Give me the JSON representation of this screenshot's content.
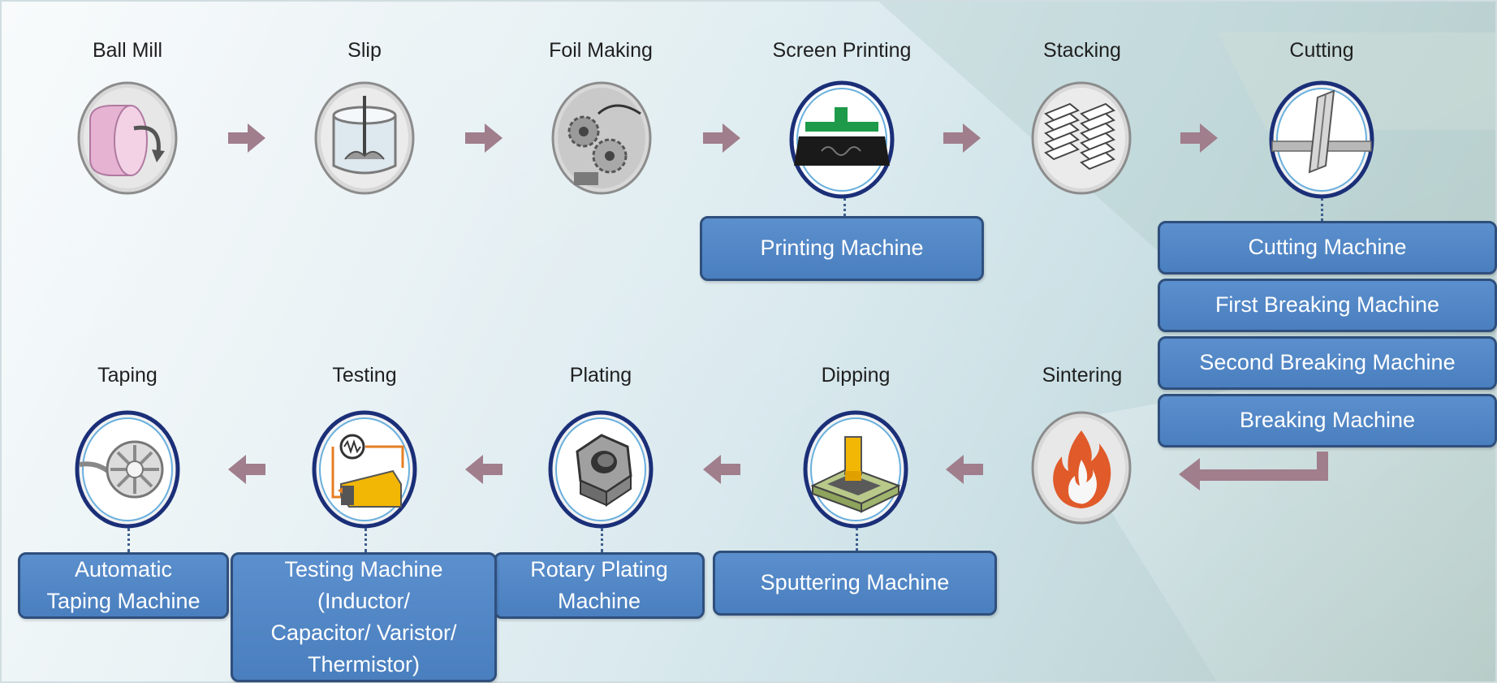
{
  "steps": [
    {
      "label": "Ball Mill",
      "icon": "ball-mill-icon"
    },
    {
      "label": "Slip",
      "icon": "slip-mixer-icon"
    },
    {
      "label": "Foil Making",
      "icon": "foil-making-icon"
    },
    {
      "label": "Screen Printing",
      "icon": "screen-printing-icon"
    },
    {
      "label": "Stacking",
      "icon": "stacking-icon"
    },
    {
      "label": "Cutting",
      "icon": "cutting-icon"
    },
    {
      "label": "Taping",
      "icon": "taping-reel-icon"
    },
    {
      "label": "Testing",
      "icon": "testing-icon"
    },
    {
      "label": "Plating",
      "icon": "plating-nut-icon"
    },
    {
      "label": "Dipping",
      "icon": "dipping-icon"
    },
    {
      "label": "Sintering",
      "icon": "sintering-flame-icon"
    }
  ],
  "machines": {
    "printing": "Printing Machine",
    "cutting": "Cutting Machine",
    "first_breaking": "First Breaking Machine",
    "second_breaking": "Second Breaking Machine",
    "breaking": "Breaking Machine",
    "sputtering": "Sputtering Machine",
    "rotary_plating": [
      "Rotary Plating",
      "Machine"
    ],
    "testing": [
      "Testing Machine",
      "(Inductor/",
      "Capacitor/ Varistor/",
      "Thermistor)"
    ],
    "taping": [
      "Automatic",
      "Taping Machine"
    ]
  },
  "colors": {
    "box_fill": "#4a7fbf",
    "box_border": "#2f4f7d",
    "arrow": "#a07e8c",
    "highlight_ring": "#1b2f78"
  }
}
